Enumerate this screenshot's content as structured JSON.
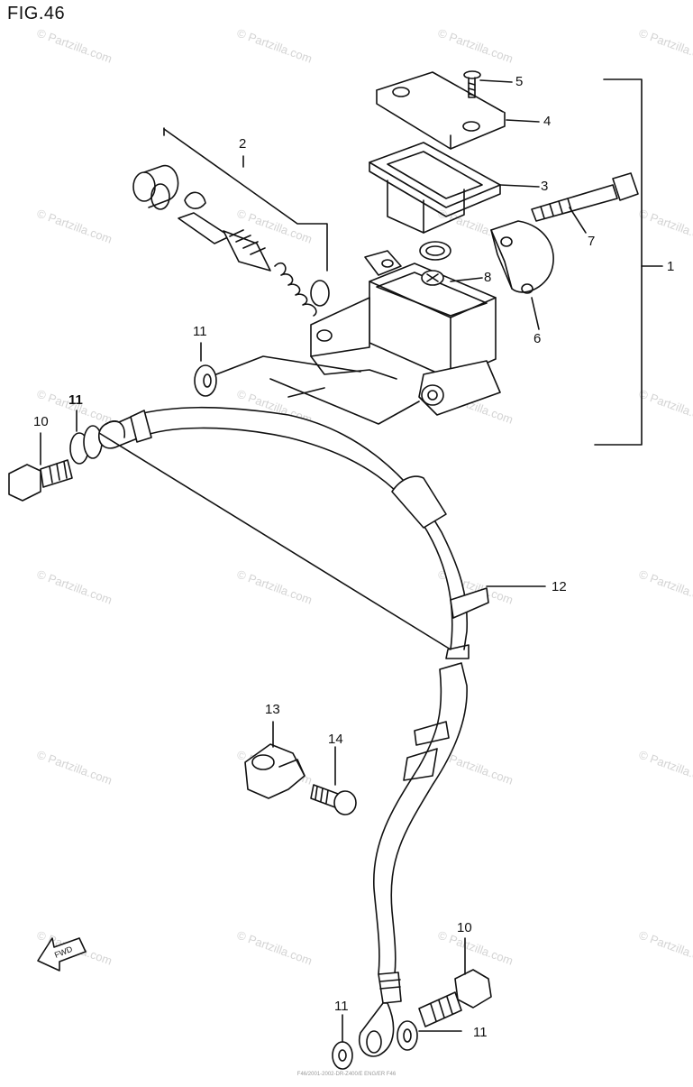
{
  "figure_label": "FIG.46",
  "watermark_text": "© Partzilla.com",
  "fwd_label": "FWD",
  "callouts": [
    {
      "id": "c1",
      "text": "1"
    },
    {
      "id": "c2",
      "text": "2"
    },
    {
      "id": "c3",
      "text": "3"
    },
    {
      "id": "c4",
      "text": "4"
    },
    {
      "id": "c5",
      "text": "5"
    },
    {
      "id": "c6",
      "text": "6"
    },
    {
      "id": "c7",
      "text": "7"
    },
    {
      "id": "c8",
      "text": "8"
    },
    {
      "id": "c10a",
      "text": "10"
    },
    {
      "id": "c10b",
      "text": "10"
    },
    {
      "id": "c11a",
      "text": "11"
    },
    {
      "id": "c11b",
      "text": "11"
    },
    {
      "id": "c11c",
      "text": "11"
    },
    {
      "id": "c11d",
      "text": "11"
    },
    {
      "id": "c12",
      "text": "12"
    },
    {
      "id": "c13",
      "text": "13"
    },
    {
      "id": "c14",
      "text": "14"
    }
  ],
  "footer_text": "F46/2001-2002-DR-Z400/E ENG/ER F46"
}
